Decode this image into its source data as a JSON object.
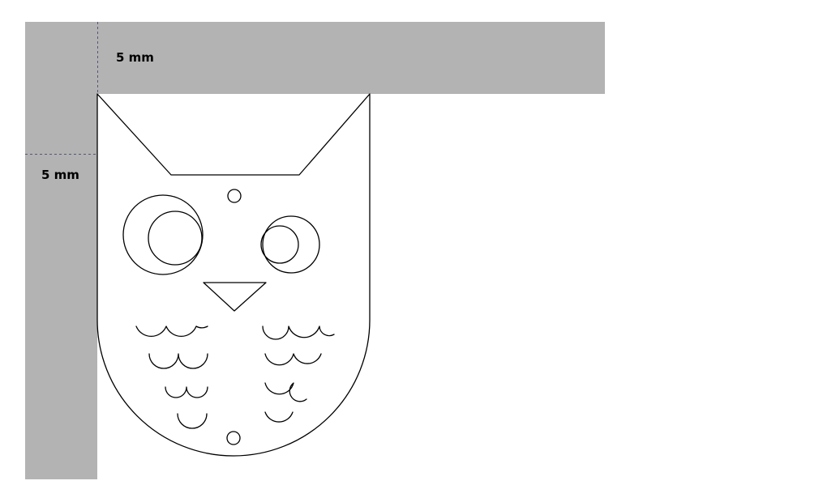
{
  "diagram": {
    "margin_top_label": "5 mm",
    "margin_left_label": "5 mm"
  },
  "colors": {
    "margin_fill": "#b3b3b3",
    "stroke": "#000000",
    "guide": "#555577",
    "background": "#ffffff"
  },
  "icons": {
    "shape": "owl-outline"
  }
}
